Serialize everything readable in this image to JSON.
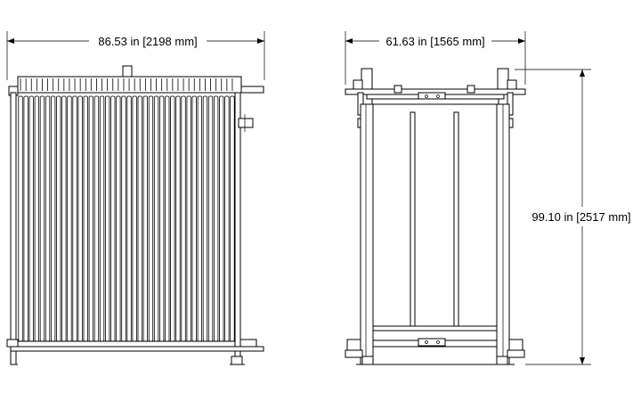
{
  "dimensions": {
    "front_width": "86.53 in [2198 mm]",
    "side_width": "61.63 in [1565 mm]",
    "height": "99.10 in [2517 mm]"
  }
}
